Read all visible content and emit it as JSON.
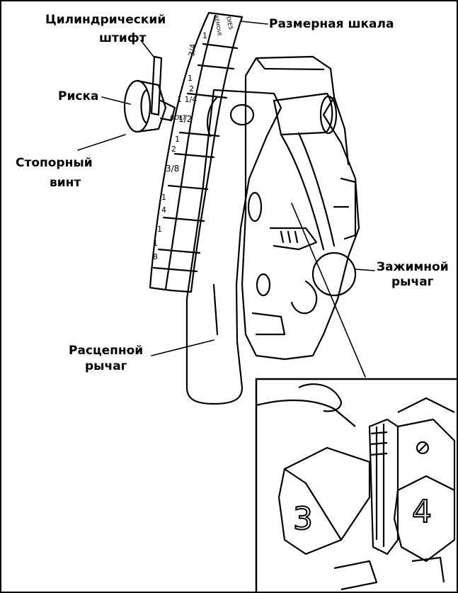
{
  "labels": {
    "pin_line1": "Цилиндрический",
    "pin_line2": "штифт",
    "scale": "Размерная шкала",
    "mark": "Риска",
    "screw_line1": "Стопорный",
    "screw_line2": "винт",
    "clamp_line1": "Зажимной",
    "clamp_line2": "рычаг",
    "release_line1": "Расцепной",
    "release_line2": "рычаг"
  },
  "scale_marks": {
    "top1": "REMOVE",
    "top2": "DIES",
    "m1": "1",
    "m2": "2",
    "bolt": "BOLT",
    "m3": "1",
    "m4": "3/8",
    "m5": "1",
    "m6": "4",
    "m7": "1",
    "m8": "8",
    "f1": "1",
    "f2": "3/4",
    "f3": "1",
    "f4": "2",
    "f5": "1 1/4",
    "f6": "1/2"
  },
  "inset_numbers": {
    "left_die": "3",
    "right_die": "4"
  }
}
